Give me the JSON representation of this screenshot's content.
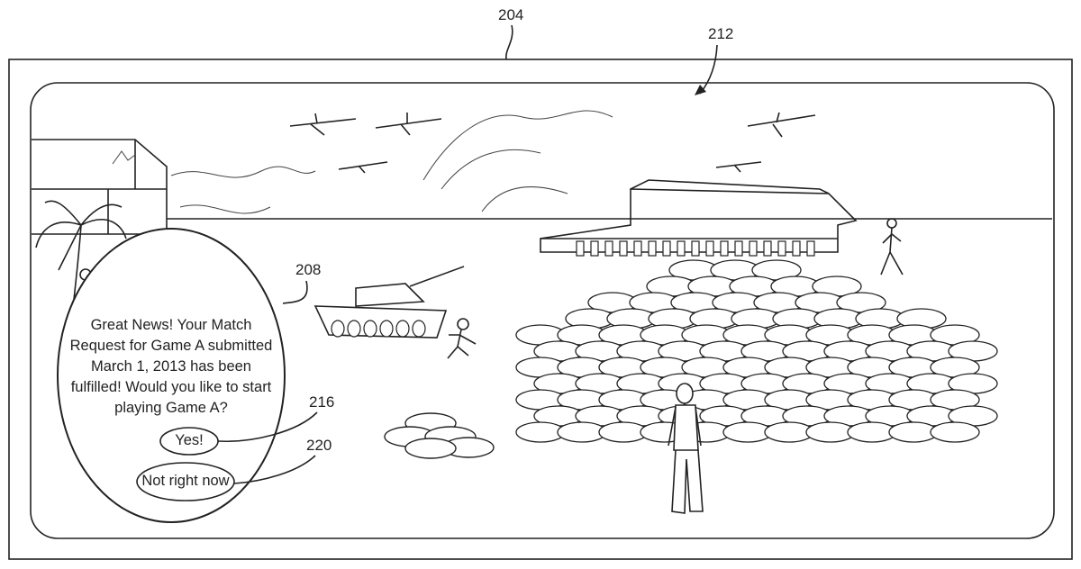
{
  "figure": {
    "ref_screen": "204",
    "ref_scene": "212",
    "ref_dialog": "208",
    "ref_yes": "216",
    "ref_not_now": "220"
  },
  "dialog": {
    "message": "Great News!  Your Match Request for Game A submitted March 1, 2013 has been fulfilled!  Would you like to start playing Game A?",
    "yes_label": "Yes!",
    "no_label": "Not right now"
  }
}
